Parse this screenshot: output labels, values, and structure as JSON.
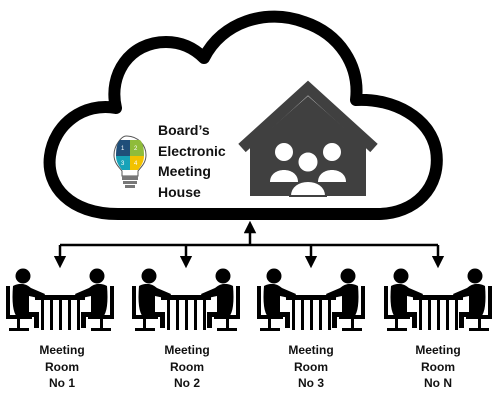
{
  "title_lines": [
    "Board’s",
    "Electronic",
    "Meeting",
    "House"
  ],
  "bulb_badges": [
    "1",
    "2",
    "3",
    "4"
  ],
  "rooms": [
    {
      "line1": "Meeting",
      "line2": "Room",
      "line3": "No 1"
    },
    {
      "line1": "Meeting",
      "line2": "Room",
      "line3": "No 2"
    },
    {
      "line1": "Meeting",
      "line2": "Room",
      "line3": "No 3"
    },
    {
      "line1": "Meeting",
      "line2": "Room",
      "line3": "No N"
    }
  ],
  "colors": {
    "outline": "#000000",
    "house_fill": "#404040",
    "bulb_blue": "#1f4e79",
    "bulb_green": "#8fbc3a",
    "bulb_teal": "#17a2b8",
    "bulb_yellow": "#f2c200"
  },
  "icons": {
    "logo": "puzzle-lightbulb-icon",
    "house": "house-with-people-icon",
    "room": "meeting-table-people-icon"
  }
}
